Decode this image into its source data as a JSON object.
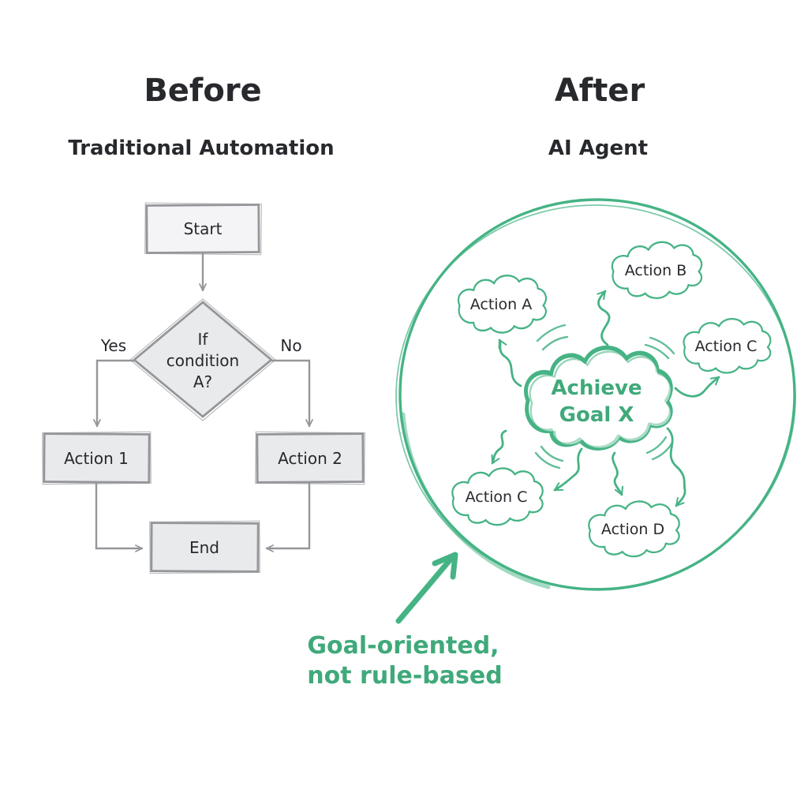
{
  "left_panel": {
    "title": "Before",
    "subtitle": "Traditional Automation",
    "flowchart": {
      "start_label": "Start",
      "condition_lines": [
        "If",
        "condition",
        "A?"
      ],
      "yes_label": "Yes",
      "no_label": "No",
      "action1_label": "Action 1",
      "action2_label": "Action 2",
      "end_label": "End"
    }
  },
  "right_panel": {
    "title": "After",
    "subtitle": "AI Agent",
    "goal_cloud_lines": [
      "Achieve",
      "Goal X"
    ],
    "action_clouds": [
      {
        "label": "Action A"
      },
      {
        "label": "Action B"
      },
      {
        "label": "Action C"
      },
      {
        "label": "Action C"
      },
      {
        "label": "Action D"
      }
    ]
  },
  "caption": {
    "lines": [
      "Goal-oriented,",
      "not rule-based"
    ]
  },
  "colors": {
    "green": "#46b385",
    "green_text": "#3fa97a",
    "gray_stroke": "#94969a",
    "gray_fill": "#e9eaec",
    "ink": "#27292d",
    "background": "#ffffff"
  }
}
